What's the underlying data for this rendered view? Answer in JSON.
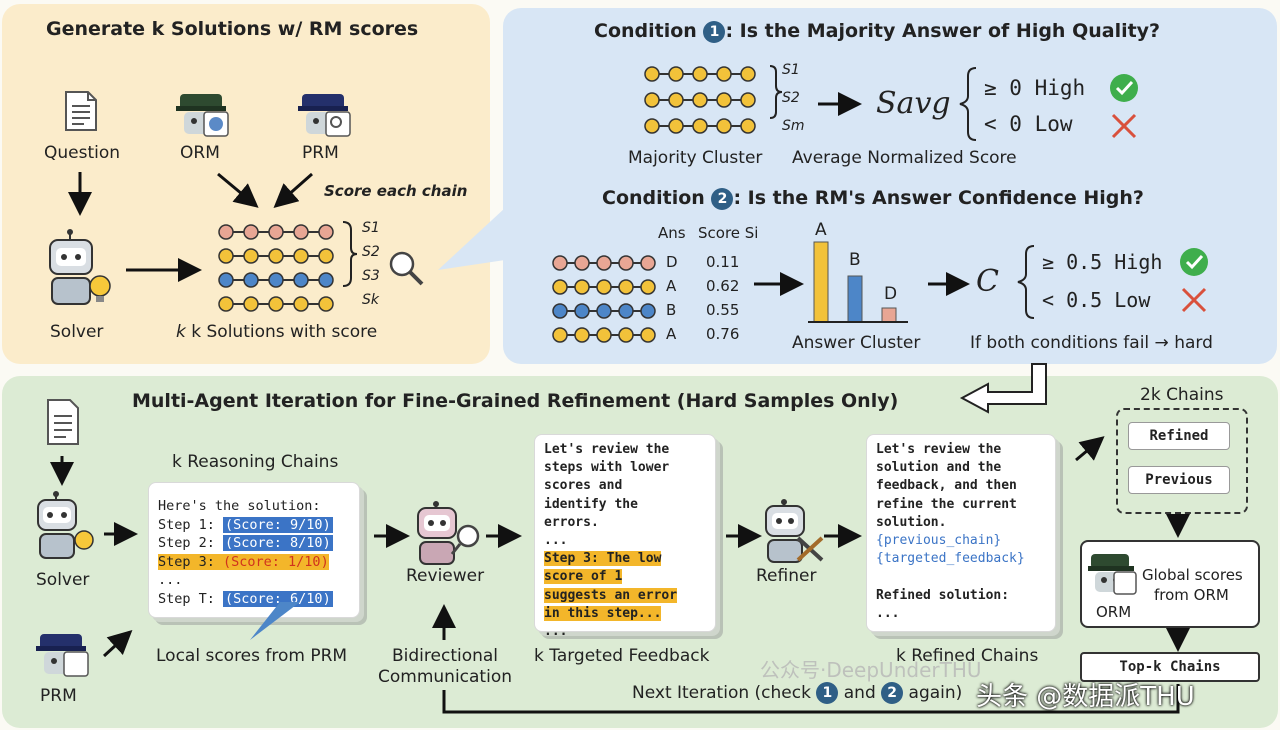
{
  "top_left": {
    "title": "Generate k Solutions w/ RM scores",
    "question": "Question",
    "orm": "ORM",
    "prm": "PRM",
    "score_each": "Score each chain",
    "solver": "Solver",
    "k_solutions": "k Solutions with score",
    "s_labels": [
      "S1",
      "S2",
      "S3",
      "Sk"
    ]
  },
  "cond1": {
    "title_pre": "Condition",
    "num": "1",
    "title_post": ": Is the Majority Answer of High Quality?",
    "s_labels": [
      "S1",
      "S2",
      "Sm"
    ],
    "savg": "Savg",
    "high": "≥ 0 High",
    "low": "< 0 Low",
    "majority": "Majority Cluster",
    "avg_score": "Average Normalized Score"
  },
  "cond2": {
    "title_pre": "Condition",
    "num": "2",
    "title_post": ": Is the RM's Answer Confidence High?",
    "col_ans": "Ans",
    "col_score": "Score Si",
    "rows": [
      {
        "ans": "D",
        "score": "0.11"
      },
      {
        "ans": "A",
        "score": "0.62"
      },
      {
        "ans": "B",
        "score": "0.55"
      },
      {
        "ans": "A",
        "score": "0.76"
      }
    ],
    "bar_labels": [
      "A",
      "B",
      "D"
    ],
    "answer_cluster": "Answer Cluster",
    "c": "C",
    "high": "≥ 0.5 High",
    "low": "< 0.5 Low",
    "fail": "If both conditions fail → hard"
  },
  "multi": {
    "title": "Multi-Agent Iteration for Fine-Grained Refinement (Hard Samples Only)",
    "solver": "Solver",
    "prm": "PRM",
    "k_reasoning": "k Reasoning Chains",
    "sol_lines": {
      "l1": "Here's the solution:",
      "s1": "Step 1: ",
      "s1b": "(Score: 9/10)",
      "s2": "Step 2: ",
      "s2b": "(Score: 8/10)",
      "s3": "Step 3: ",
      "s3b": "(Score: 1/10)",
      "dots": "...",
      "st": "Step T: ",
      "stb": "(Score: 6/10)"
    },
    "local_scores": "Local scores from PRM",
    "reviewer": "Reviewer",
    "bidirectional": "Bidirectional",
    "communication": "Communication",
    "review_lines": [
      "Let's review the",
      "steps with lower",
      "scores and",
      "identify the",
      "errors."
    ],
    "review_dots": "...",
    "review_hl": [
      "Step 3: The low",
      "score of 1",
      "suggests an error",
      "in this step..."
    ],
    "review_tail": "...",
    "k_feedback": "k Targeted Feedback",
    "refiner": "Refiner",
    "refine_lines": [
      "Let's review the",
      "solution and the",
      "feedback, and then",
      "refine the current",
      "solution."
    ],
    "refine_vars": [
      "{previous_chain}",
      "{targeted_feedback}"
    ],
    "refined_sol": "Refined solution:",
    "refine_dots": "...",
    "k_refined": "k Refined Chains",
    "two_k": "2k Chains",
    "refined_btn": "Refined",
    "previous_btn": "Previous",
    "global_scores": "Global scores",
    "from_orm": "from ORM",
    "orm": "ORM",
    "topk": "Top-k Chains",
    "next_pre": "Next Iteration (check",
    "num1": "1",
    "and": "and",
    "num2": "2",
    "next_post": "again)"
  },
  "watermark": {
    "wechat": "公众号·DeepUnderTHU",
    "toutiao": "头条 @数据派THU"
  },
  "colors": {
    "chain_yellow": "#f2c23a",
    "chain_pink": "#e8a694",
    "chain_blue": "#4d86c8",
    "check": "#3fae4c",
    "cross": "#d9503c"
  }
}
